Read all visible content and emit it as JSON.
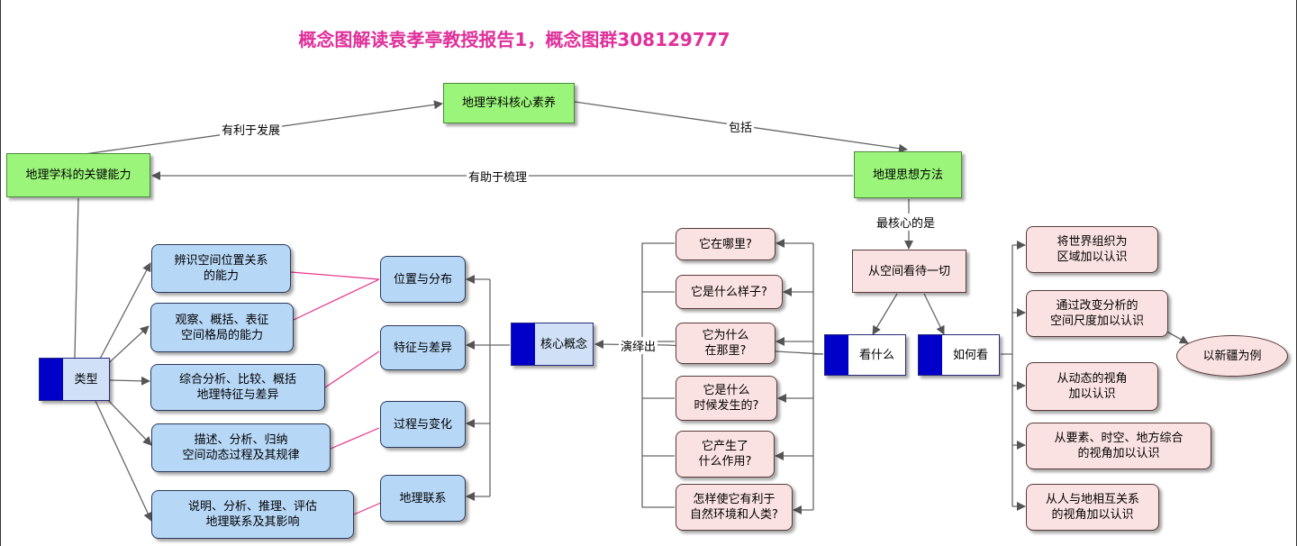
{
  "title": "概念图解读袁孝亭教授报告1，概念图群308129777",
  "nodes": {
    "core_literacy": "地理学科核心素养",
    "key_ability": "地理学科的关键能力",
    "thinking_method": "地理思想方法",
    "type": "类型",
    "ability_1": "辨识空间位置关系\n的能力",
    "ability_2": "观察、概括、表征\n空间格局的能力",
    "ability_3": "综合分析、比较、概括\n地理特征与差异",
    "ability_4": "描述、分析、归纳\n空间动态过程及其规律",
    "ability_5": "说明、分析、推理、评估\n地理联系及其影响",
    "concept_1": "位置与分布",
    "concept_2": "特征与差异",
    "concept_3": "过程与变化",
    "concept_4": "地理联系",
    "core_concept": "核心概念",
    "q1": "它在哪里?",
    "q2": "它是什么样子?",
    "q3": "它为什么\n在那里?",
    "q4": "它是什么\n时候发生的?",
    "q5": "它产生了\n什么作用?",
    "q6": "怎样使它有利于\n自然环境和人类?",
    "see_all": "从空间看待一切",
    "what_to_see": "看什么",
    "how_to_see": "如何看",
    "h1": "将世界组织为\n区域加以认识",
    "h2": "通过改变分析的\n空间尺度加以认识",
    "h3": "从动态的视角\n加以认识",
    "h4": "从要素、时空、地方综合\n的视角加以认识",
    "h5": "从人与地相互关系\n的视角加以认识",
    "example": "以新疆为例"
  },
  "edge_labels": {
    "conducive": "有利于发展",
    "includes": "包括",
    "helps_sort": "有助于梳理",
    "most_core": "最核心的是",
    "deduce": "演绎出"
  },
  "colors": {
    "title": "#e0309a",
    "green_node": "#9bf57a",
    "blue_node": "#b7d7f7",
    "pink_node": "#fbe2e2",
    "tag_bar": "#0000c8",
    "link_pink": "#e8308a"
  }
}
